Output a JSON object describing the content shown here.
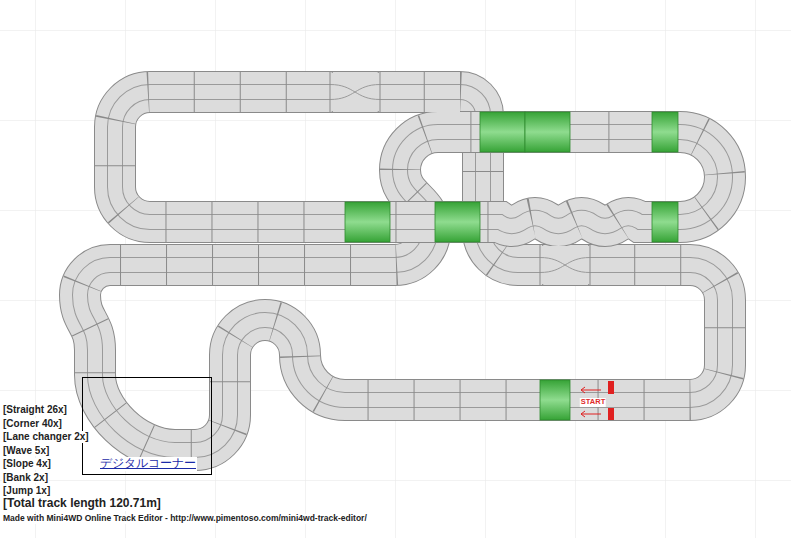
{
  "diagram": {
    "nodes": [
      {
        "text": [
          "デジタルコーナー"
        ]
      }
    ],
    "labels": [
      "[Straight 26x]",
      "[Corner 40x]",
      "[Lane changer 2x]",
      "[Wave 5x]",
      "[Slope 4x]",
      "[Bank 2x]",
      "[Jump 1x]",
      "[Total track length 120.71m]",
      "Made with Mini4WD Online Track Editor - http://www.pimentoso.com/mini4wd-track-editor/",
      "START"
    ]
  }
}
